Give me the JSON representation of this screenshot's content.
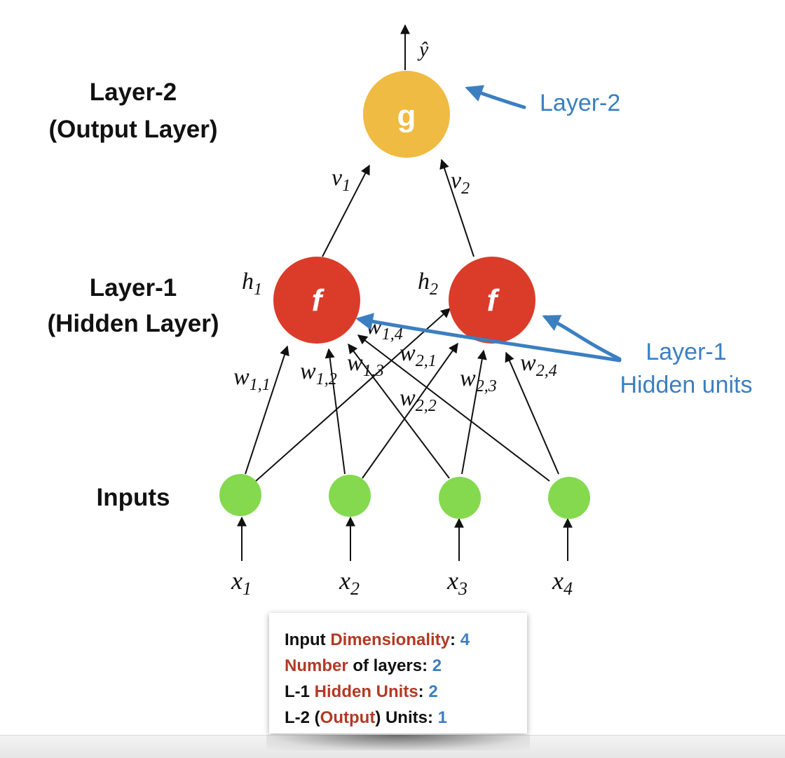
{
  "layers": {
    "layer2_line1": "Layer-2",
    "layer2_line2": "(Output Layer)",
    "layer1_line1": "Layer-1",
    "layer1_line2": "(Hidden Layer)",
    "inputs": "Inputs"
  },
  "nodes": {
    "output_node": "g",
    "hidden_node_1": "f",
    "hidden_node_2": "f"
  },
  "math_labels": {
    "y_hat": "ŷ",
    "h1": {
      "base": "h",
      "sub": "1"
    },
    "h2": {
      "base": "h",
      "sub": "2"
    },
    "v1": {
      "base": "v",
      "sub": "1"
    },
    "v2": {
      "base": "v",
      "sub": "2"
    },
    "x1": {
      "base": "x",
      "sub": "1"
    },
    "x2": {
      "base": "x",
      "sub": "2"
    },
    "x3": {
      "base": "x",
      "sub": "3"
    },
    "x4": {
      "base": "x",
      "sub": "4"
    },
    "w11": {
      "base": "w",
      "sub": "1,1"
    },
    "w12": {
      "base": "w",
      "sub": "1,2"
    },
    "w13": {
      "base": "w",
      "sub": "1,3"
    },
    "w14": {
      "base": "w",
      "sub": "1,4"
    },
    "w21": {
      "base": "w",
      "sub": "2,1"
    },
    "w22": {
      "base": "w",
      "sub": "2,2"
    },
    "w23": {
      "base": "w",
      "sub": "2,3"
    },
    "w24": {
      "base": "w",
      "sub": "2,4"
    }
  },
  "annotations": {
    "layer2": "Layer-2",
    "layer1_line1": "Layer-1",
    "layer1_line2": "Hidden units"
  },
  "info_box": {
    "line1": {
      "a": "Input ",
      "b": "Dimensionality",
      "c": ": ",
      "d": "4"
    },
    "line2": {
      "a": "Number",
      "b": " of layers: ",
      "c": "2"
    },
    "line3": {
      "a": "L-1 ",
      "b": "Hidden Units",
      "c": ": ",
      "d": "2"
    },
    "line4": {
      "a": "L-2 (",
      "b": "Output",
      "c": ") Units: ",
      "d": "1"
    }
  },
  "colors": {
    "output_node": "#f0bb42",
    "hidden_node": "#db3c2a",
    "input_node": "#84d94f",
    "annotation_blue": "#3b7fc0",
    "highlight_red": "#b23a25"
  }
}
